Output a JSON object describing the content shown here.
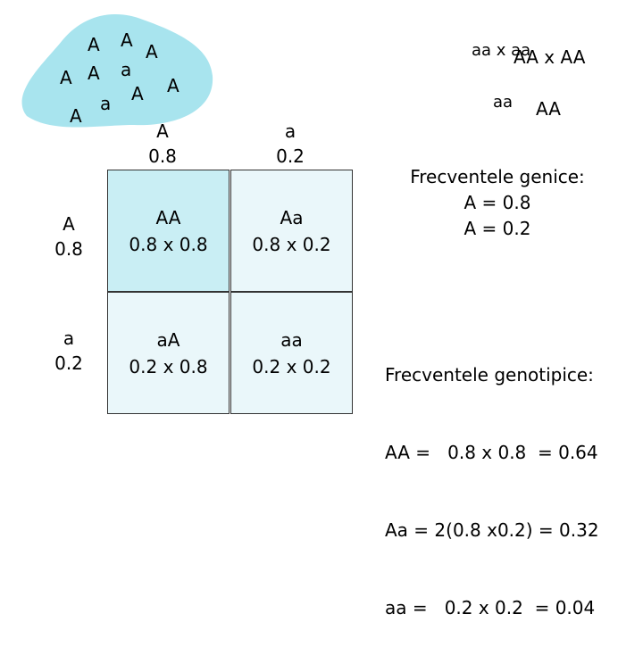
{
  "population": {
    "alleles": [
      "A",
      "A",
      "A",
      "A",
      "A",
      "a",
      "a",
      "A",
      "A",
      "A"
    ]
  },
  "cross": {
    "line1_left": "aa x aa",
    "line1_right": "AA x AA",
    "line2_left": "aa",
    "line2_right": "AA"
  },
  "columns": [
    {
      "allele": "A",
      "freq": "0.8"
    },
    {
      "allele": "a",
      "freq": "0.2"
    }
  ],
  "rows": [
    {
      "allele": "A",
      "freq": "0.8"
    },
    {
      "allele": "a",
      "freq": "0.2"
    }
  ],
  "cells": [
    [
      {
        "genotype": "AA",
        "calc": "0.8 x 0.8"
      },
      {
        "genotype": "Aa",
        "calc": "0.8 x 0.2"
      }
    ],
    [
      {
        "genotype": "aA",
        "calc": "0.2 x 0.8"
      },
      {
        "genotype": "aa",
        "calc": "0.2 x 0.2"
      }
    ]
  ],
  "gene_freq": {
    "title": "Frecventele genice:",
    "line1": "A = 0.8",
    "line2": "A = 0.2"
  },
  "genotype_freq": {
    "title": "Frecventele genotipice:",
    "line1": "AA =   0.8 x 0.8  = 0.64",
    "line2": "Aa = 2(0.8 x0.2) = 0.32",
    "line3": "aa =   0.2 x 0.2  = 0.04"
  },
  "colors": {
    "blob": "#a8e4ee",
    "cell_dark": "#c9eef4",
    "cell_light": "#eaf7fa"
  }
}
